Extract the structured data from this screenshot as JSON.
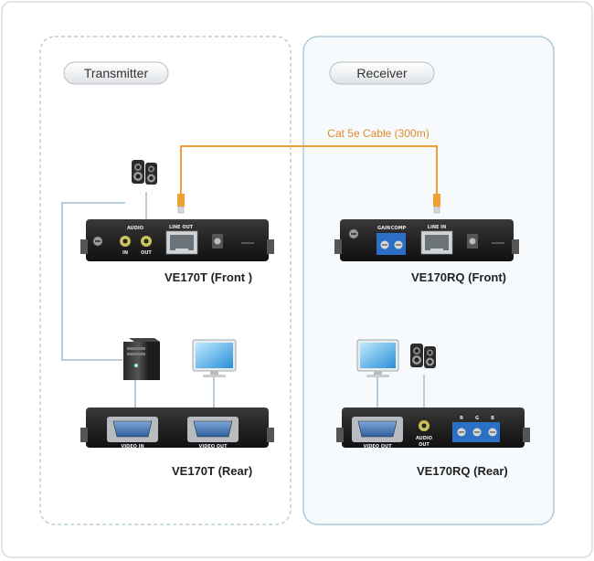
{
  "transmitter": {
    "title": "Transmitter",
    "front_label": "VE170T (Front )",
    "rear_label": "VE170T (Rear)",
    "front_port_labels": {
      "audio": "AUDIO",
      "in": "IN",
      "out": "OUT",
      "line_out": "LINE OUT"
    },
    "rear_port_labels": {
      "video_in": "VIDEO IN",
      "video_out": "VIDEO OUT"
    }
  },
  "receiver": {
    "title": "Receiver",
    "front_label": "VE170RQ (Front)",
    "rear_label": "VE170RQ (Rear)",
    "front_port_labels": {
      "gain": "GAIN",
      "comp": "COMP",
      "line_in": "LINE IN"
    },
    "rear_port_labels": {
      "video_out": "VIDEO OUT",
      "audio_out_1": "AUDIO",
      "audio_out_2": "OUT",
      "r": "R",
      "g": "G",
      "b": "B"
    }
  },
  "cable": {
    "label": "Cat 5e Cable (300m)"
  },
  "colors": {
    "cable": "#f0a030",
    "label_accent": "#e08a2a",
    "panel_transmitter_border": "#aac3d2",
    "panel_receiver_border": "#9fbfd3",
    "panel_receiver_fill": "#f6fafd",
    "device_body": "#232323",
    "connector_line": "#9fbed3"
  },
  "icons": [
    "speaker-icon",
    "pc-tower-icon",
    "monitor-icon",
    "rj45-plug-icon",
    "vga-port-icon",
    "terminal-block-icon"
  ]
}
